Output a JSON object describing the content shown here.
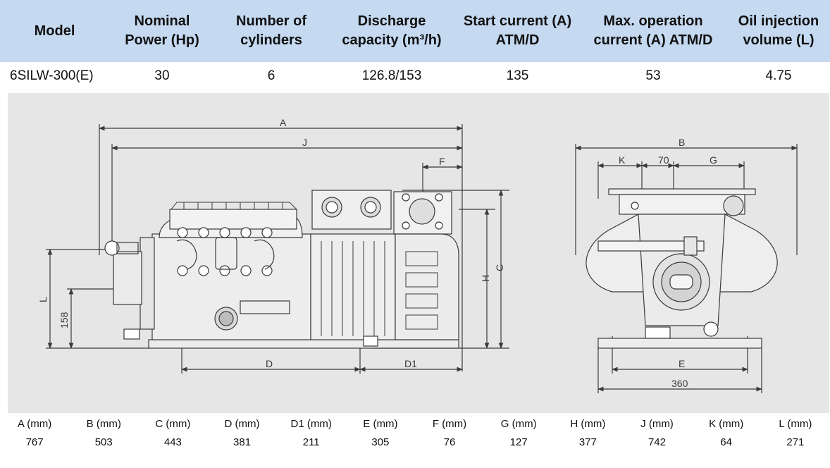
{
  "spec_table": {
    "headers": [
      {
        "line1": "Model",
        "line2": ""
      },
      {
        "line1": "Nominal",
        "line2": "Power (Hp)"
      },
      {
        "line1": "Number of",
        "line2": "cylinders"
      },
      {
        "line1": "Discharge",
        "line2": "capacity (m³/h)"
      },
      {
        "line1": "Start current (A)",
        "line2": "ATM/D"
      },
      {
        "line1": "Max. operation",
        "line2": "current (A) ATM/D"
      },
      {
        "line1": "Oil injection",
        "line2": "volume (L)"
      }
    ],
    "row": [
      "6SILW-300(E)",
      "30",
      "6",
      "126.8/153",
      "135",
      "53",
      "4.75"
    ]
  },
  "drawing": {
    "side_labels": {
      "A": "A",
      "J": "J",
      "F": "F",
      "C": "C",
      "H": "H",
      "L": "L",
      "dim158": "158",
      "D": "D",
      "D1": "D1"
    },
    "end_labels": {
      "B": "B",
      "K": "K",
      "dim70": "70",
      "G": "G",
      "E": "E",
      "dim360": "360"
    }
  },
  "dimensions": {
    "labels": [
      "A (mm)",
      "B (mm)",
      "C (mm)",
      "D (mm)",
      "D1 (mm)",
      "E (mm)",
      "F (mm)",
      "G (mm)",
      "H (mm)",
      "J (mm)",
      "K (mm)",
      "L (mm)"
    ],
    "values": [
      "767",
      "503",
      "443",
      "381",
      "211",
      "305",
      "76",
      "127",
      "377",
      "742",
      "64",
      "271"
    ]
  },
  "colors": {
    "header_bg": "#c5d9f1",
    "drawing_bg": "#e6e6e6",
    "line": "#3a3a3a"
  }
}
